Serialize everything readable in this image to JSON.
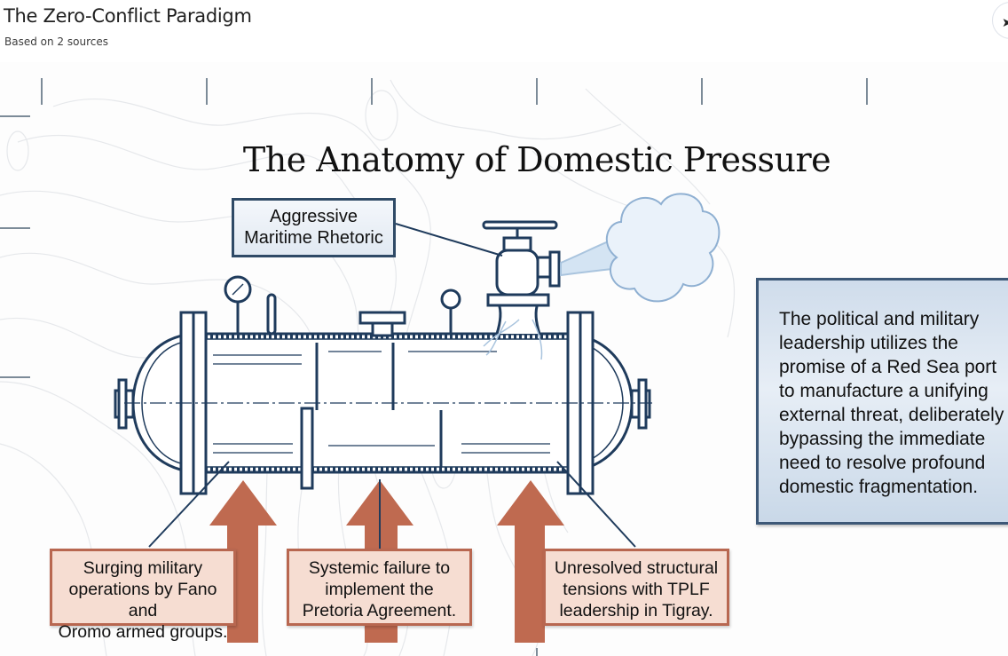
{
  "header": {
    "title": "The Zero-Conflict Paradigm",
    "subtitle": "Based on 2 sources",
    "corner_button_icon": "share-icon"
  },
  "slide": {
    "title": "The Anatomy of Domestic Pressure",
    "valve_label": {
      "line1": "Aggressive",
      "line2": "Maritime Rhetoric"
    },
    "explanation": "The political and military leadership utilizes the promise of a Red Sea port to manufacture a unifying external threat, deliberately bypassing the immediate need to resolve profound domestic fragmentation.",
    "pressures": [
      {
        "lines": [
          "Surging military",
          "operations by Fano and",
          "Oromo armed groups."
        ]
      },
      {
        "lines": [
          "Systemic failure to",
          "implement the",
          "Pretoria Agreement."
        ]
      },
      {
        "lines": [
          "Unresolved structural",
          "tensions with TPLF",
          "leadership in Tigray."
        ]
      }
    ],
    "colors": {
      "navy": "#1f3b5c",
      "arrow": "#bf6a50",
      "salmon_fill": "#f6ddd2",
      "steam": "#a9c4de"
    }
  }
}
